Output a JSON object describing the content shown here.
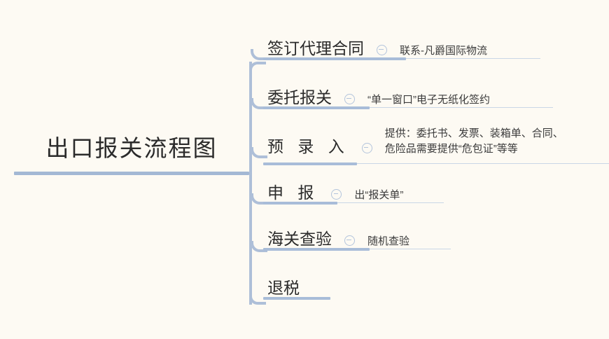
{
  "diagram": {
    "title": "出口报关流程图",
    "background_color": "#fdfaf3",
    "line_color": "#a8bcd8",
    "text_color": "#2b2b2b",
    "collapse_icon_name": "collapse-minus-icon",
    "root": {
      "label": "出口报关流程图"
    },
    "branches": [
      {
        "label": "签订代理合同",
        "sub_label": "联系-凡爵国际物流",
        "has_collapse_icon": true
      },
      {
        "label": "委托报关",
        "sub_label": "“单一窗口”电子无纸化签约",
        "has_collapse_icon": true
      },
      {
        "label": "预 录 入",
        "sub_label": "提供：委托书、发票、装箱单、合同、\n危险品需要提供“危包证”等等",
        "has_collapse_icon": true
      },
      {
        "label": "申 报",
        "sub_label": "出“报关单”",
        "has_collapse_icon": true
      },
      {
        "label": "海关查验",
        "sub_label": "随机查验",
        "has_collapse_icon": true
      },
      {
        "label": "退税",
        "sub_label": "",
        "has_collapse_icon": false
      }
    ]
  }
}
